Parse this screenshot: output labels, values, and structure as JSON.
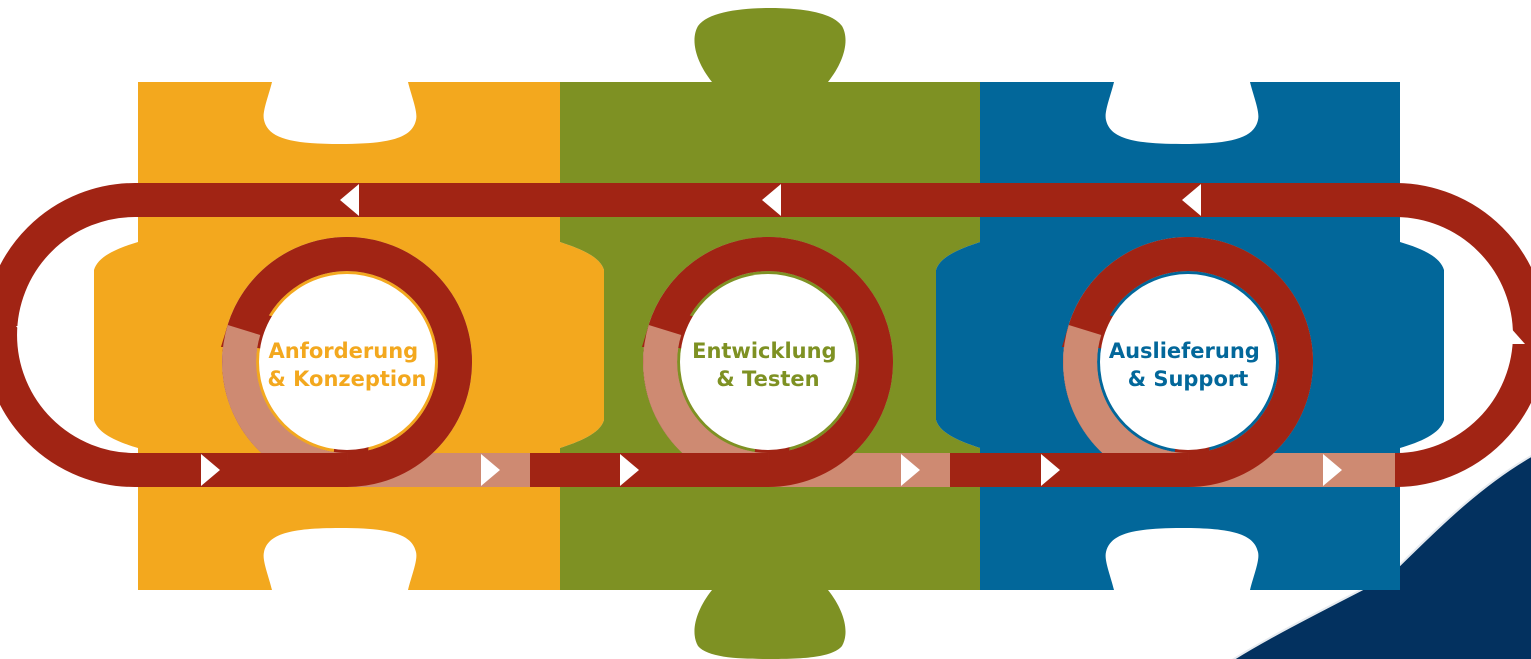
{
  "colors": {
    "piece_orange": "#F3A81E",
    "piece_green": "#7E9123",
    "piece_blue": "#02679A",
    "loop_dark": "#A12414",
    "loop_light": "#CE8A72",
    "arrow": "#FFFFFF",
    "corner_navy": "#03315F",
    "circle_fill": "#FFFFFF"
  },
  "stages": [
    {
      "line1": "Anforderung",
      "line2": "& Konzeption",
      "color": "#F3A81E"
    },
    {
      "line1": "Entwicklung",
      "line2": "& Testen",
      "color": "#7E9123"
    },
    {
      "line1": "Auslieferung",
      "line2": "& Support",
      "color": "#02679A"
    }
  ],
  "icons": {
    "top_arrows": "triangle-left-icon",
    "bottom_arrows": "triangle-right-icon",
    "left_arrow": "triangle-down-icon",
    "right_arrow": "triangle-up-icon"
  }
}
